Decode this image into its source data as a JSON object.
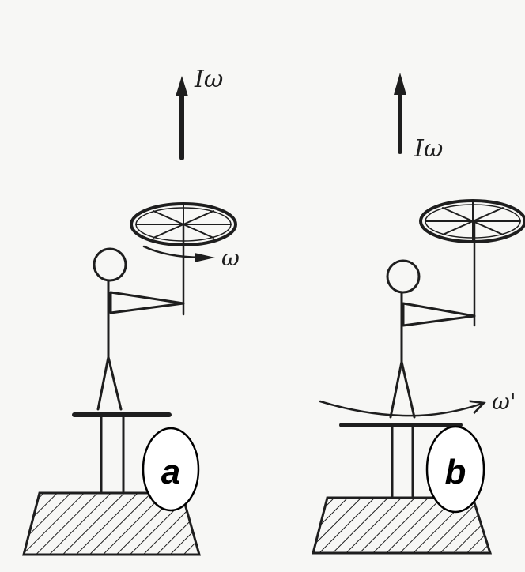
{
  "panels": [
    {
      "id": "a",
      "momentum_label": "Iω",
      "rotation_label": "ω",
      "panel_label": "a"
    },
    {
      "id": "b",
      "momentum_label": "Iω",
      "rotation_label": "ω'",
      "panel_label": "b"
    }
  ],
  "colors": {
    "ink": "#1e1e1e",
    "paper": "#f7f7f5",
    "label_bg": "#ffffff"
  }
}
